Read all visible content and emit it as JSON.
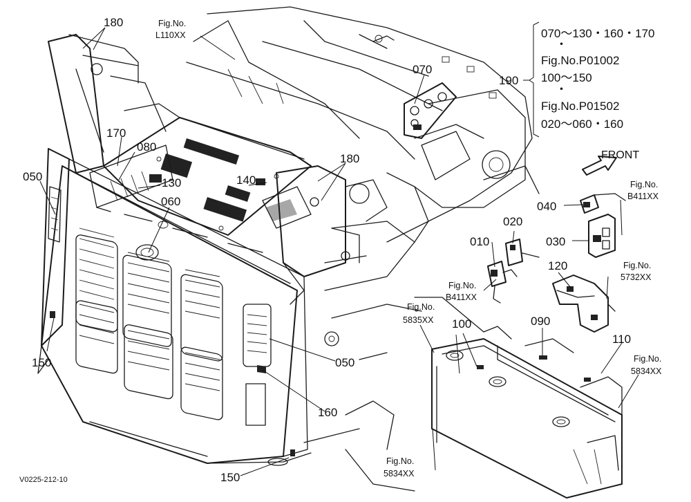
{
  "diagram_code": "V0225-212-10",
  "legend": {
    "marker": "190",
    "lines": [
      "070～130・160・170",
      "・",
      "Fig.No.P01002",
      "100～150",
      "・",
      "Fig.No.P01502",
      "020～060・160"
    ]
  },
  "front_label": "FRONT",
  "callouts": [
    {
      "id": "c180a",
      "text": "180"
    },
    {
      "id": "c180b",
      "text": "180"
    },
    {
      "id": "c170",
      "text": "170"
    },
    {
      "id": "c080",
      "text": "080"
    },
    {
      "id": "c130",
      "text": "130"
    },
    {
      "id": "c140",
      "text": "140"
    },
    {
      "id": "c060",
      "text": "060"
    },
    {
      "id": "c050a",
      "text": "050"
    },
    {
      "id": "c050b",
      "text": "050"
    },
    {
      "id": "c150a",
      "text": "150"
    },
    {
      "id": "c150b",
      "text": "150"
    },
    {
      "id": "c160",
      "text": "160"
    },
    {
      "id": "c070",
      "text": "070"
    },
    {
      "id": "c040",
      "text": "040"
    },
    {
      "id": "c030",
      "text": "030"
    },
    {
      "id": "c020",
      "text": "020"
    },
    {
      "id": "c010",
      "text": "010"
    },
    {
      "id": "c120",
      "text": "120"
    },
    {
      "id": "c100",
      "text": "100"
    },
    {
      "id": "c090",
      "text": "090"
    },
    {
      "id": "c110",
      "text": "110"
    }
  ],
  "fig_refs": [
    {
      "id": "f1",
      "l1": "Fig.No.",
      "l2": "L110XX"
    },
    {
      "id": "f2",
      "l1": "Fig.No.",
      "l2": "B411XX"
    },
    {
      "id": "f3",
      "l1": "Fig.No.",
      "l2": "B411XX"
    },
    {
      "id": "f4",
      "l1": "Fig.No.",
      "l2": "5732XX"
    },
    {
      "id": "f5",
      "l1": "Fig.No.",
      "l2": "5835XX"
    },
    {
      "id": "f6",
      "l1": "Fig.No.",
      "l2": "5834XX"
    },
    {
      "id": "f7",
      "l1": "Fig.No.",
      "l2": "5834XX"
    }
  ]
}
